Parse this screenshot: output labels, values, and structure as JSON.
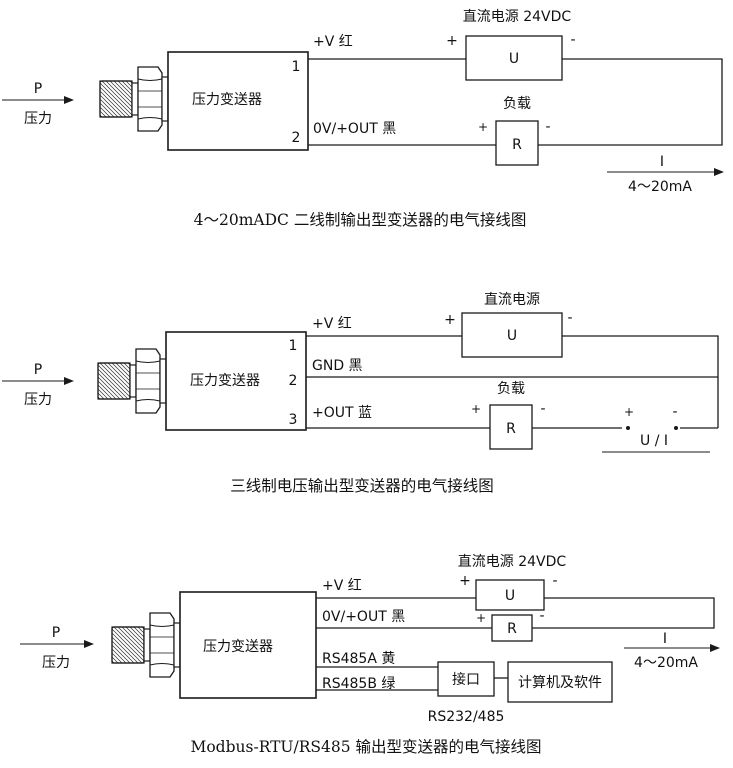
{
  "diagram1": {
    "pressure_p": "P",
    "pressure_label": "压力",
    "transmitter": "压力变送器",
    "pin1": "1",
    "pin2": "2",
    "wire1": "+V  红",
    "wire2": "0V/+OUT 黑",
    "supply_title": "直流电源 24VDC",
    "supply": "U",
    "plus": "+",
    "minus": "-",
    "load_title": "负载",
    "load": "R",
    "current": "I",
    "range": "4～20mA",
    "caption": "4～20mADC 二线制输出型变送器的电气接线图"
  },
  "diagram2": {
    "pressure_p": "P",
    "pressure_label": "压力",
    "transmitter": "压力变送器",
    "pin1": "1",
    "pin2": "2",
    "pin3": "3",
    "wire1": "+V  红",
    "wire2": "GND 黑",
    "wire3": "+OUT 蓝",
    "supply_title": "直流电源",
    "supply": "U",
    "plus": "+",
    "minus": "-",
    "load_title": "负载",
    "load": "R",
    "output": "U / I",
    "caption": "三线制电压输出型变送器的电气接线图"
  },
  "diagram3": {
    "pressure_p": "P",
    "pressure_label": "压力",
    "transmitter": "压力变送器",
    "wire1": "+V  红",
    "wire2": "0V/+OUT 黑",
    "wire3": "RS485A 黄",
    "wire4": "RS485B 绿",
    "supply_title": "直流电源 24VDC",
    "supply": "U",
    "plus": "+",
    "minus": "-",
    "load": "R",
    "current": "I",
    "range": "4～20mA",
    "interface": "接口",
    "computer": "计算机及软件",
    "protocol": "RS232/485",
    "caption": "Modbus-RTU/RS485 输出型变送器的电气接线图"
  }
}
